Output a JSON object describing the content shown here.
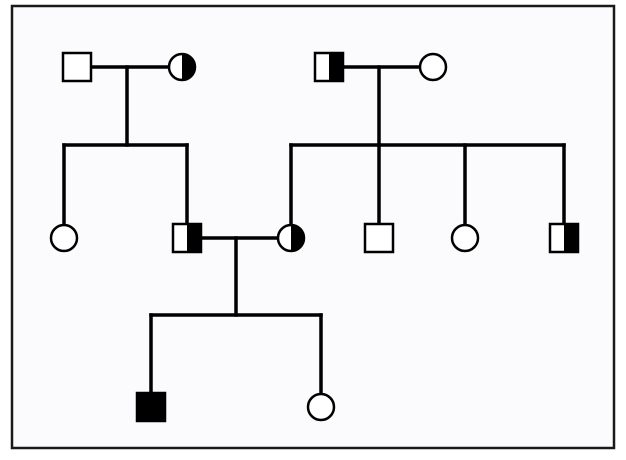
{
  "diagram": {
    "type": "pedigree-chart",
    "colors": {
      "stroke": "#000000",
      "affected_fill": "#000000",
      "unaffected_fill": "#ffffff",
      "background": "#fbfbfd",
      "frame": "#1a1a1a"
    },
    "generations": [
      {
        "level": 1,
        "individuals": [
          {
            "id": "g1-left-father",
            "sex": "male",
            "status": "unaffected"
          },
          {
            "id": "g1-left-mother",
            "sex": "female",
            "status": "carrier"
          },
          {
            "id": "g1-right-father",
            "sex": "male",
            "status": "carrier"
          },
          {
            "id": "g1-right-mother",
            "sex": "female",
            "status": "unaffected"
          }
        ]
      },
      {
        "level": 2,
        "individuals": [
          {
            "id": "g2-daughter-a",
            "sex": "female",
            "status": "unaffected"
          },
          {
            "id": "g2-son-a",
            "sex": "male",
            "status": "carrier"
          },
          {
            "id": "g2-daughter-b",
            "sex": "female",
            "status": "carrier"
          },
          {
            "id": "g2-son-b",
            "sex": "male",
            "status": "unaffected"
          },
          {
            "id": "g2-daughter-c",
            "sex": "female",
            "status": "unaffected"
          },
          {
            "id": "g2-son-c",
            "sex": "male",
            "status": "carrier"
          }
        ]
      },
      {
        "level": 3,
        "individuals": [
          {
            "id": "g3-son",
            "sex": "male",
            "status": "affected"
          },
          {
            "id": "g3-daughter",
            "sex": "female",
            "status": "unaffected"
          }
        ]
      }
    ],
    "unions": [
      {
        "partners": [
          "g1-left-father",
          "g1-left-mother"
        ],
        "children": [
          "g2-daughter-a",
          "g2-son-a"
        ]
      },
      {
        "partners": [
          "g1-right-father",
          "g1-right-mother"
        ],
        "children": [
          "g2-daughter-b",
          "g2-son-b",
          "g2-daughter-c",
          "g2-son-c"
        ]
      },
      {
        "partners": [
          "g2-son-a",
          "g2-daughter-b"
        ],
        "children": [
          "g3-son",
          "g3-daughter"
        ]
      }
    ]
  }
}
